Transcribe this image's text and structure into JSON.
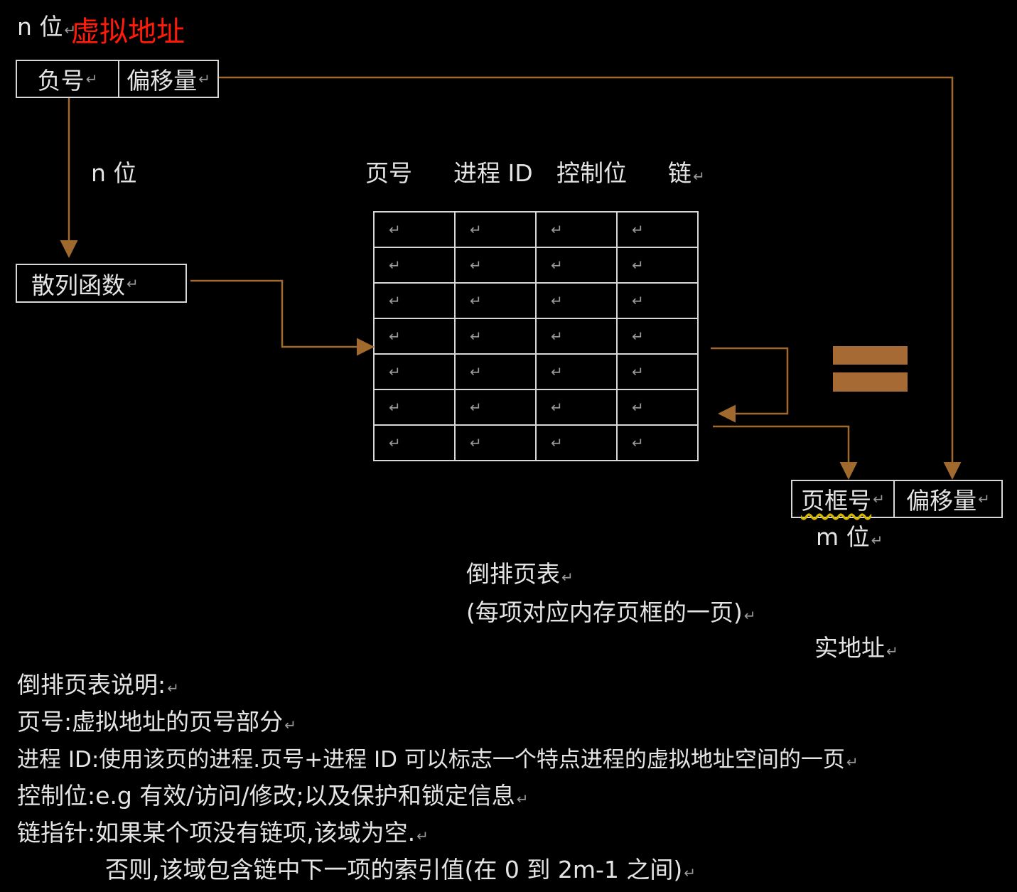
{
  "virtual_address": {
    "bits_label": "n 位",
    "title": "虚拟地址",
    "fields": [
      "负号",
      "偏移量"
    ]
  },
  "hash": {
    "bits_label": "n 位",
    "function_label": "散列函数"
  },
  "table": {
    "headers": [
      "页号",
      "进程 ID",
      "控制位",
      "链"
    ],
    "row_count": 7
  },
  "caption": {
    "title": "倒排页表",
    "subtitle": "(每项对应内存页框的一页)"
  },
  "real_address": {
    "fields": [
      "页框号",
      "偏移量"
    ],
    "bits_label": "m 位",
    "label": "实地址"
  },
  "notes": {
    "heading": "倒排页表说明:",
    "lines": [
      "页号:虚拟地址的页号部分",
      "进程 ID:使用该页的进程.页号+进程 ID 可以标志一个特点进程的虚拟地址空间的一页",
      "控制位:e.g 有效/访问/修改;以及保护和锁定信息",
      "链指针:如果某个项没有链项,该域为空.",
      "否则,该域包含链中下一项的索引值(在 0 到 2m-1 之间)"
    ]
  },
  "colors": {
    "arrow": "#a0692e",
    "bars": "#a66b35",
    "title": "#ff1a0a"
  }
}
